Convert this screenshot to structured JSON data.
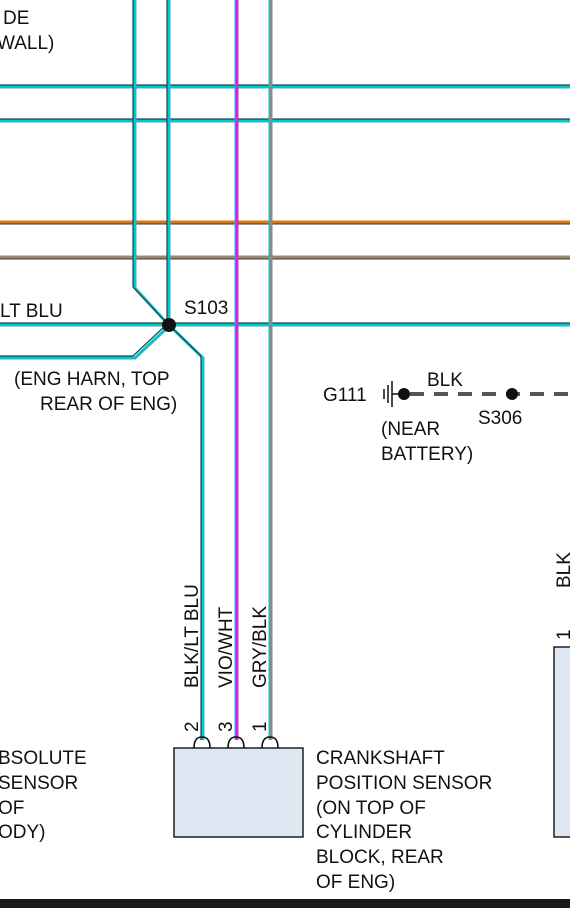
{
  "top_left_label": {
    "line1": "DE",
    "line2": "WALL)"
  },
  "splice_s103": {
    "id": "S103",
    "location_line1": "(ENG HARN, TOP",
    "location_line2": "REAR OF ENG)",
    "wire_left_label": "LT BLU"
  },
  "ground_g111": {
    "id": "G111",
    "wire_label": "BLK",
    "splice_id": "S306",
    "location_line1": "(NEAR",
    "location_line2": "BATTERY)"
  },
  "crank_sensor": {
    "name_lines": [
      "CRANKSHAFT",
      "POSITION SENSOR",
      "(ON TOP OF",
      "CYLINDER",
      "BLOCK, REAR",
      "OF ENG)"
    ],
    "pins": [
      {
        "pin": "2",
        "wire": "BLK/LT BLU"
      },
      {
        "pin": "3",
        "wire": "VIO/WHT"
      },
      {
        "pin": "1",
        "wire": "GRY/BLK"
      }
    ]
  },
  "left_sensor_partial": {
    "lines": [
      "BSOLUTE",
      "SENSOR",
      "OF",
      "ODY)"
    ]
  },
  "right_component_partial": {
    "wire_label": "BLK",
    "pin": "1"
  },
  "colors": {
    "cyan_accent": "#00c8d0",
    "orange_wire": "#d87a10",
    "violet_wire": "#e020e0",
    "gray_wire": "#8a8a8a",
    "component_fill": "#dde8f2"
  }
}
